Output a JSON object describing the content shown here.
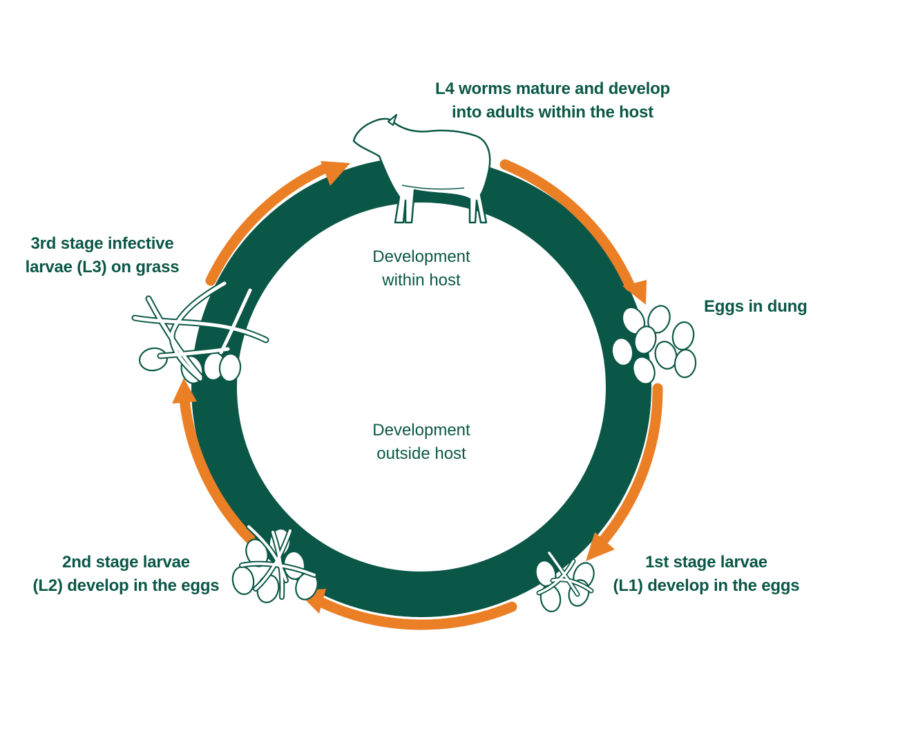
{
  "labels": {
    "l4": [
      "L4 worms mature and develop",
      "into adults within the host"
    ],
    "eggs": [
      "Eggs in dung"
    ],
    "l1": [
      "1st stage larvae",
      "(L1) develop in the eggs"
    ],
    "l2": [
      "2nd stage larvae",
      "(L2) develop in the eggs"
    ],
    "l3": [
      "3rd stage infective",
      "larvae (L3) on grass"
    ]
  },
  "center": {
    "host": [
      "Development",
      "within host"
    ],
    "outside": [
      "Development",
      "outside host"
    ]
  },
  "icons": {
    "host": "sheep-icon",
    "eggs": "eggs-cluster-icon",
    "l1": "larvae-in-eggs-icon",
    "l2": "larvae-in-eggs-icon",
    "l3": "infective-larvae-on-grass-icon"
  },
  "colors": {
    "ring": "#0b5747",
    "arrow": "#ea7f26",
    "text": "#0b5747"
  }
}
